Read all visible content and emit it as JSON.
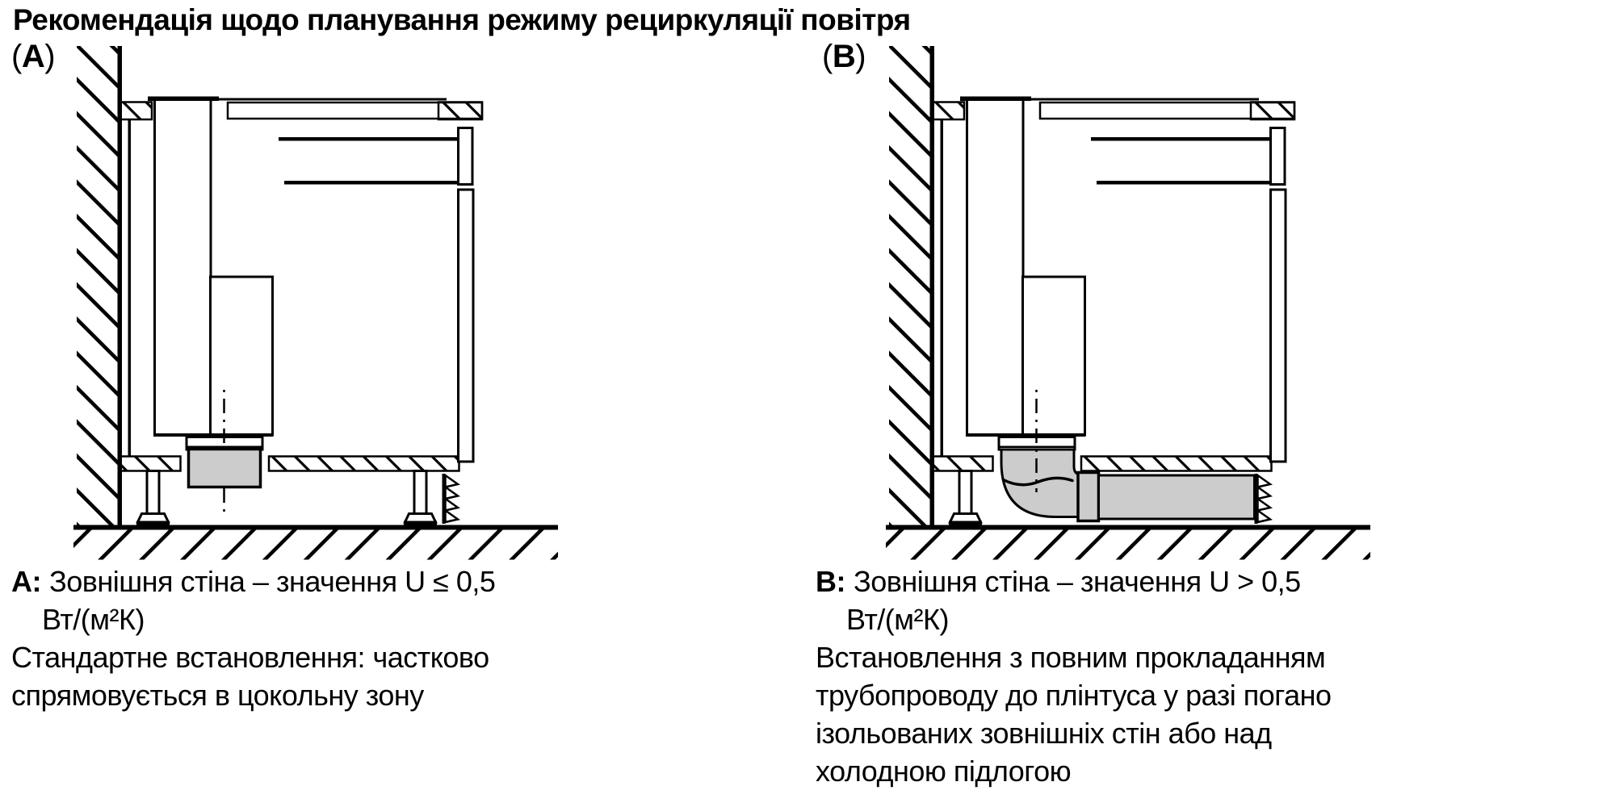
{
  "title": "Рекомендація щодо планування режиму рециркуляції повітря",
  "colors": {
    "ink": "#000000",
    "duct_fill": "#cccccc",
    "background": "#ffffff"
  },
  "figures": {
    "a": {
      "label_open": "(",
      "label_letter": "A",
      "label_close": ")",
      "caption": {
        "prefix": "A:",
        "line1": "Зовнішня стіна – значення U ≤ 0,5",
        "unit_line": "Вт/(м²К)",
        "rest": [
          "Стандартне встановлення: частково",
          "спрямовується в цокольну зону"
        ]
      }
    },
    "b": {
      "label_open": "(",
      "label_letter": "B",
      "label_close": ")",
      "caption": {
        "prefix": "B:",
        "line1": "Зовнішня стіна – значення U > 0,5",
        "unit_line": "Вт/(м²К)",
        "rest": [
          "Встановлення з повним прокладанням",
          "трубопроводу до плінтуса у разі погано",
          "ізольованих зовнішніх стін або над",
          "холодною підлогою"
        ]
      }
    }
  }
}
